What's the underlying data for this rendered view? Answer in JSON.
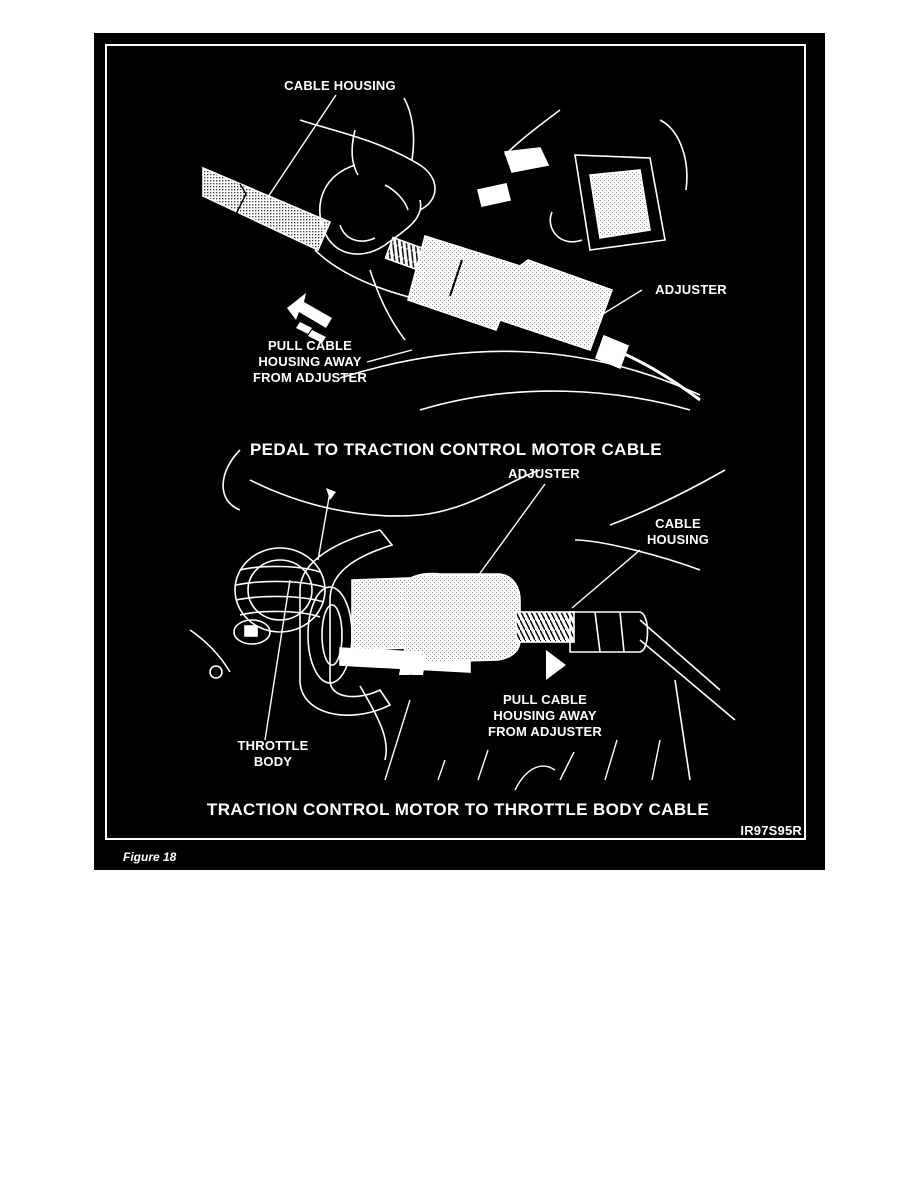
{
  "figure": {
    "caption": "Figure 18",
    "code": "IR97S95R",
    "colors": {
      "background": "#000000",
      "ink": "#ffffff",
      "page": "#ffffff"
    },
    "top_view": {
      "title": "PEDAL TO TRACTION CONTROL MOTOR CABLE",
      "callouts": {
        "cable_housing": "CABLE HOUSING",
        "adjuster": "ADJUSTER",
        "pull_line1": "PULL CABLE",
        "pull_line2": "HOUSING AWAY",
        "pull_line3": "FROM ADJUSTER"
      }
    },
    "bottom_view": {
      "title": "TRACTION CONTROL MOTOR TO THROTTLE BODY CABLE",
      "callouts": {
        "adjuster": "ADJUSTER",
        "cable_line1": "CABLE",
        "cable_line2": "HOUSING",
        "pull_line1": "PULL CABLE",
        "pull_line2": "HOUSING AWAY",
        "pull_line3": "FROM ADJUSTER",
        "throttle_line1": "THROTTLE",
        "throttle_line2": "BODY"
      }
    }
  }
}
